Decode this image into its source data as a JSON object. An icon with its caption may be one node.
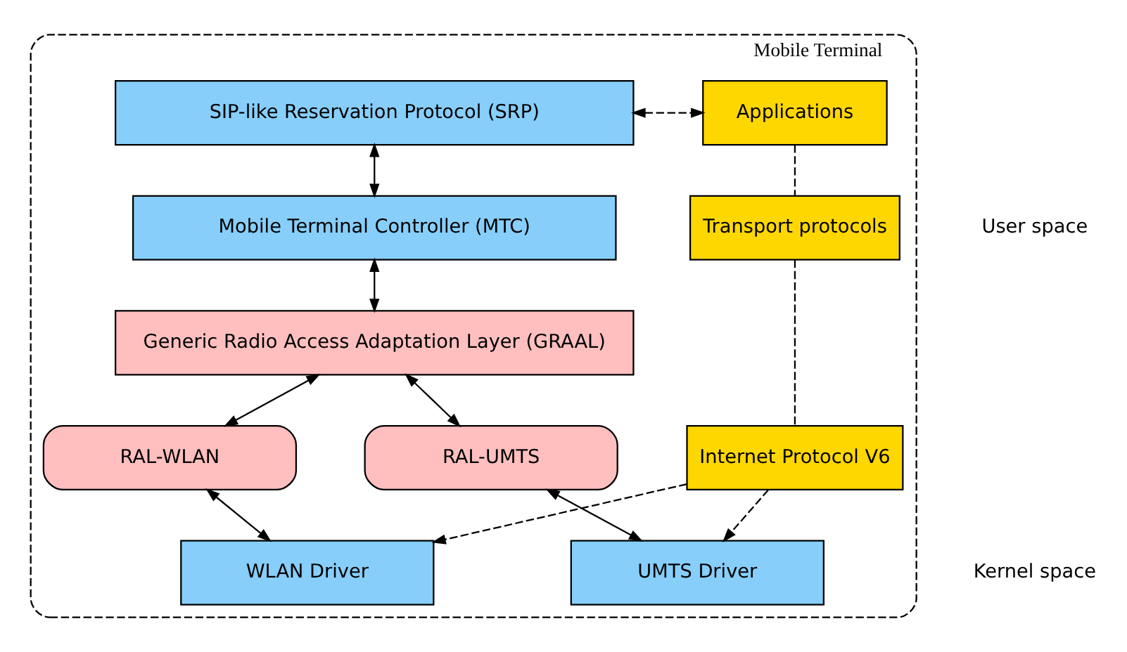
{
  "diagram": {
    "nodes": [
      {
        "text": [
          "Mobile Terminal"
        ]
      },
      {
        "text": [
          "SIP-like Reservation Protocol (SRP)"
        ],
        "in": 0
      },
      {
        "text": [
          "Applications"
        ],
        "in": 0
      },
      {
        "text": [
          "Mobile Terminal Controller (MTC)"
        ],
        "in": 0
      },
      {
        "text": [
          "Transport protocols"
        ],
        "in": 0
      },
      {
        "text": [
          "Generic Radio Access Adaptation Layer (GRAAL)"
        ],
        "in": 0
      },
      {
        "text": [
          "Internet Protocol V6"
        ],
        "in": 0
      },
      {
        "text": [
          "RAL-WLAN"
        ],
        "in": 0
      },
      {
        "text": [
          "RAL-UMTS"
        ],
        "in": 0
      },
      {
        "text": [
          "WLAN Driver"
        ],
        "in": 0
      },
      {
        "text": [
          "UMTS Driver"
        ],
        "in": 0
      }
    ],
    "edges": [
      {
        "from": 1,
        "to": 2,
        "arrow": "both",
        "style": "dashed"
      },
      {
        "from": 1,
        "to": 3,
        "arrow": "both"
      },
      {
        "from": 3,
        "to": 5,
        "arrow": "both"
      },
      {
        "from": 2,
        "to": 4,
        "arrow": "none",
        "style": "dashed"
      },
      {
        "from": 4,
        "to": 6,
        "arrow": "none",
        "style": "dashed"
      },
      {
        "from": 5,
        "to": 7,
        "arrow": "both"
      },
      {
        "from": 5,
        "to": 8,
        "arrow": "both"
      },
      {
        "from": 7,
        "to": 9,
        "arrow": "both"
      },
      {
        "from": 8,
        "to": 10,
        "arrow": "both"
      },
      {
        "from": 6,
        "to": 9,
        "arrow": "to",
        "style": "dashed"
      },
      {
        "from": 6,
        "to": 10,
        "arrow": "to",
        "style": "dashed"
      }
    ],
    "labels": [
      "User space",
      "Kernel space"
    ]
  }
}
